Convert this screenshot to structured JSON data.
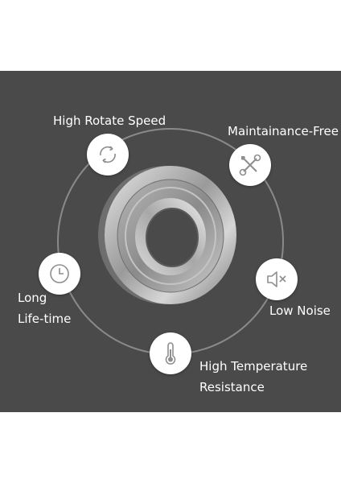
{
  "features": {
    "speed": {
      "label": "High Rotate Speed",
      "icon": "rotate-arrows-icon"
    },
    "maintenance": {
      "label": "Maintainance-Free",
      "icon": "wrench-screwdriver-icon"
    },
    "noise": {
      "label": "Low Noise",
      "icon": "speaker-muted-icon"
    },
    "temperature": {
      "line1": "High Temperature",
      "line2": "Resistance",
      "icon": "thermometer-icon"
    },
    "lifetime": {
      "line1": "Long",
      "line2": "Life-time",
      "icon": "clock-icon"
    }
  },
  "colors": {
    "panel": "#4a4a4a",
    "ring": "#8a8a8a",
    "icon_stroke": "#8e8e8e",
    "text": "#ffffff"
  }
}
